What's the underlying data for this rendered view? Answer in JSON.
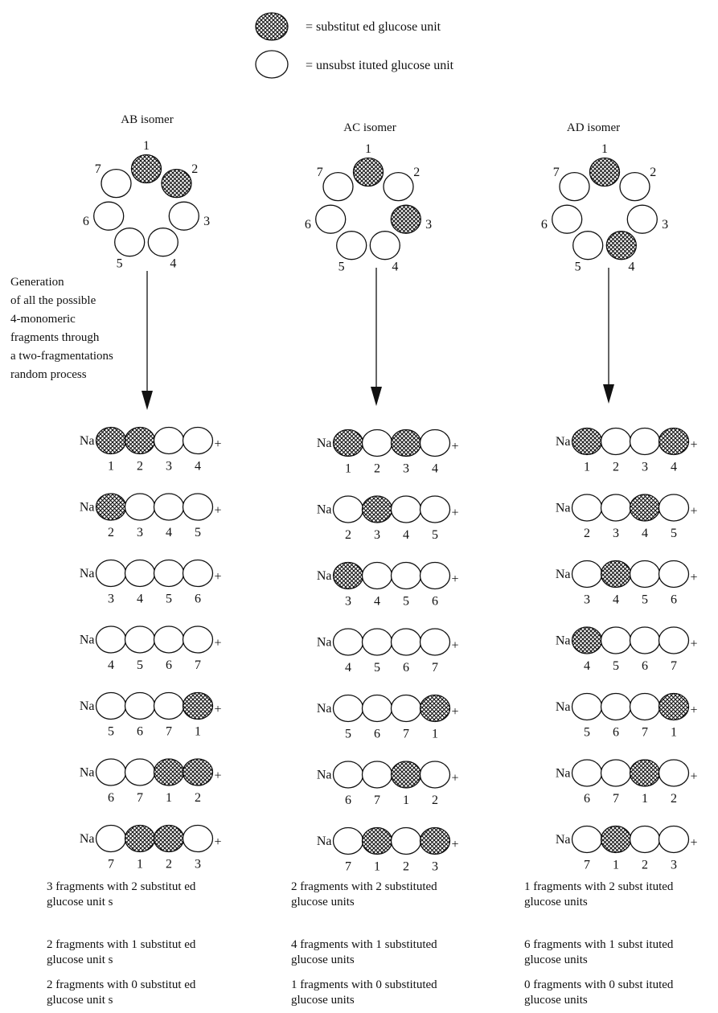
{
  "legend": {
    "substituted": "= substitut ed glucose unit",
    "unsubstituted": "= unsubst ituted glucose unit"
  },
  "ion_prefix": "Na",
  "ion_suffix": "+",
  "process_note": [
    "Generation",
    "of all the possible",
    "4-monomeric",
    "fragments through",
    "a two-fragmentations",
    "random process"
  ],
  "isomers": [
    {
      "title": "AB isomer",
      "ring_substituted": [
        1,
        2
      ],
      "fragments": [
        [
          1,
          2,
          3,
          4
        ],
        [
          2,
          3,
          4,
          5
        ],
        [
          3,
          4,
          5,
          6
        ],
        [
          4,
          5,
          6,
          7
        ],
        [
          5,
          6,
          7,
          1
        ],
        [
          6,
          7,
          1,
          2
        ],
        [
          7,
          1,
          2,
          3
        ]
      ],
      "summary": [
        [
          "3 fragments with 2 substitut ed",
          "glucose unit s"
        ],
        [
          "2 fragments with 1 substitut ed",
          "glucose unit s"
        ],
        [
          "2 fragments with 0 substitut ed",
          "glucose unit s"
        ]
      ]
    },
    {
      "title": "AC isomer",
      "ring_substituted": [
        1,
        3
      ],
      "fragments": [
        [
          1,
          2,
          3,
          4
        ],
        [
          2,
          3,
          4,
          5
        ],
        [
          3,
          4,
          5,
          6
        ],
        [
          4,
          5,
          6,
          7
        ],
        [
          5,
          6,
          7,
          1
        ],
        [
          6,
          7,
          1,
          2
        ],
        [
          7,
          1,
          2,
          3
        ]
      ],
      "summary": [
        [
          "2 fragments with 2 substituted",
          "glucose units"
        ],
        [
          "4 fragments with 1 substituted",
          "glucose units"
        ],
        [
          "1 fragments with 0 substituted",
          "glucose units"
        ]
      ]
    },
    {
      "title": "AD isomer",
      "ring_substituted": [
        1,
        4
      ],
      "fragments": [
        [
          1,
          2,
          3,
          4
        ],
        [
          2,
          3,
          4,
          5
        ],
        [
          3,
          4,
          5,
          6
        ],
        [
          4,
          5,
          6,
          7
        ],
        [
          5,
          6,
          7,
          1
        ],
        [
          6,
          7,
          1,
          2
        ],
        [
          7,
          1,
          2,
          3
        ]
      ],
      "summary": [
        [
          "1 fragments with 2 subst ituted",
          "glucose units"
        ],
        [
          "6 fragments with 1 subst ituted",
          "glucose units"
        ],
        [
          "0 fragments with 0 subst ituted",
          "glucose units"
        ]
      ]
    }
  ]
}
